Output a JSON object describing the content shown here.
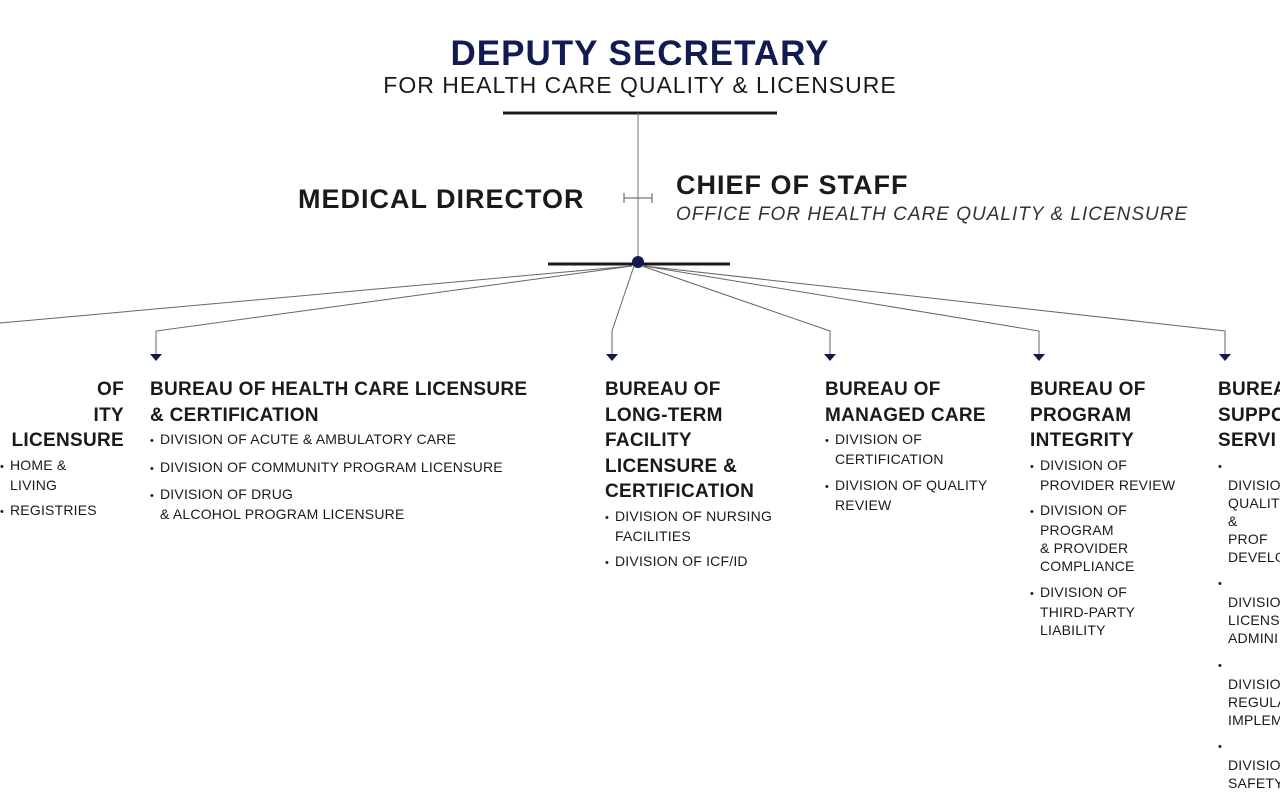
{
  "header": {
    "title": "DEPUTY SECRETARY",
    "subtitle": "FOR HEALTH CARE QUALITY & LICENSURE"
  },
  "medical_director": {
    "title": "MEDICAL DIRECTOR"
  },
  "chief_of_staff": {
    "title": "CHIEF OF STAFF",
    "subtitle": "OFFICE FOR HEALTH CARE QUALITY & LICENSURE"
  },
  "colors": {
    "navy": "#121a52",
    "line": "#555555",
    "text": "#1a1a1a"
  },
  "bureaus": [
    {
      "name": "OF\nITY\nLICENSURE",
      "divisions": [
        "HOME &\nLIVING",
        "REGISTRIES"
      ]
    },
    {
      "name": "BUREAU OF HEALTH CARE LICENSURE\n& CERTIFICATION",
      "divisions": [
        "DIVISION OF ACUTE & AMBULATORY CARE",
        "DIVISION OF COMMUNITY PROGRAM LICENSURE",
        "DIVISION OF DRUG\n& ALCOHOL PROGRAM LICENSURE"
      ]
    },
    {
      "name": "BUREAU OF\nLONG-TERM\nFACILITY\nLICENSURE &\nCERTIFICATION",
      "divisions": [
        "DIVISION OF NURSING\nFACILITIES",
        "DIVISION OF ICF/ID"
      ]
    },
    {
      "name": "BUREAU OF\nMANAGED CARE",
      "divisions": [
        "DIVISION OF\nCERTIFICATION",
        "DIVISION OF QUALITY\nREVIEW"
      ]
    },
    {
      "name": "BUREAU OF\nPROGRAM\nINTEGRITY",
      "divisions": [
        "DIVISION OF\nPROVIDER REVIEW",
        "DIVISION OF\nPROGRAM\n& PROVIDER\nCOMPLIANCE",
        "DIVISION OF\nTHIRD-PARTY\nLIABILITY"
      ]
    },
    {
      "name": "BUREA\nSUPPO\nSERVI",
      "divisions": [
        "DIVISIO\nQUALIT\n& PROF\nDEVELO",
        "DIVISIO\nLICENS\nADMINI",
        "DIVISIO\nREGULA\nIMPLEM",
        "DIVISIO\nSAFETY"
      ]
    }
  ]
}
